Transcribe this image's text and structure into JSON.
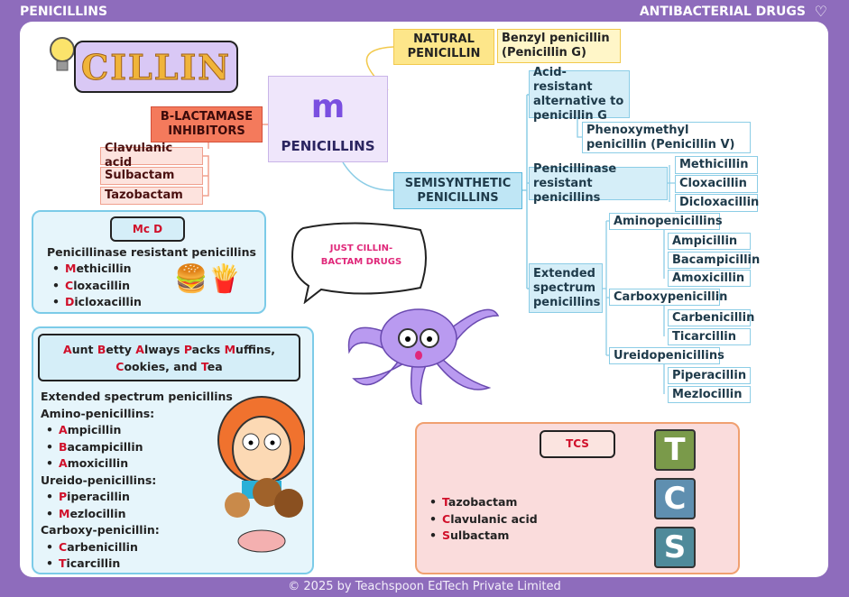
{
  "header": {
    "left": "PENICILLINS",
    "right": "ANTIBACTERIAL DRUGS"
  },
  "title": "CILLIN",
  "center": "PENICILLINS",
  "natural": {
    "label": "NATURAL PENICILLIN",
    "child": "Benzyl penicillin (Penicillin G)"
  },
  "blactamase": {
    "label": "B-LACTAMASE INHIBITORS",
    "items": [
      "Clavulanic acid",
      "Sulbactam",
      "Tazobactam"
    ]
  },
  "semisynthetic": {
    "label": "SEMISYNTHETIC PENICILLINS",
    "acid": "Acid-resistant alternative to penicillin G",
    "acid_child": "Phenoxymethyl penicillin (Penicillin V)",
    "penicillinase": "Penicillinase resistant penicillins",
    "penicillinase_items": [
      "Methicillin",
      "Cloxacillin",
      "Dicloxacillin"
    ],
    "extended": "Extended spectrum penicillins",
    "groups": [
      {
        "label": "Aminopenicillins",
        "items": [
          "Ampicillin",
          "Bacampicillin",
          "Amoxicillin"
        ]
      },
      {
        "label": "Carboxypenicillin",
        "items": [
          "Carbenicillin",
          "Ticarcillin"
        ]
      },
      {
        "label": "Ureidopenicillins",
        "items": [
          "Piperacillin",
          "Mezlocillin"
        ]
      }
    ]
  },
  "mcd": {
    "title": "Mc D",
    "subtitle": "Penicillinase resistant penicillins",
    "items": [
      [
        "M",
        "ethicillin"
      ],
      [
        "C",
        "loxacillin"
      ],
      [
        "D",
        "icloxacillin"
      ]
    ]
  },
  "aunt": {
    "title": [
      [
        "A",
        "unt "
      ],
      [
        "B",
        "etty "
      ],
      [
        "A",
        "lways "
      ],
      [
        "P",
        "acks "
      ],
      [
        "M",
        "uffins, "
      ],
      [
        "C",
        "ookies, and "
      ],
      [
        "T",
        "ea"
      ]
    ],
    "heading": "Extended spectrum penicillins",
    "sections": [
      {
        "label": "Amino-penicillins:",
        "items": [
          [
            "A",
            "mpicillin"
          ],
          [
            "B",
            "acampicillin"
          ],
          [
            "A",
            "moxicillin"
          ]
        ]
      },
      {
        "label": "Ureido-penicillins:",
        "items": [
          [
            "P",
            "iperacillin"
          ],
          [
            "M",
            "ezlocillin"
          ]
        ]
      },
      {
        "label": "Carboxy-penicillin:",
        "items": [
          [
            "C",
            "arbenicillin"
          ],
          [
            "T",
            "icarcillin"
          ]
        ]
      }
    ]
  },
  "bubble": "JUST CILLIN-BACTAM DRUGS",
  "tcs": {
    "title": "TCS",
    "items": [
      [
        "T",
        "azobactam"
      ],
      [
        "C",
        "lavulanic acid"
      ],
      [
        "S",
        "ulbactam"
      ]
    ],
    "tiles": [
      "T",
      "C",
      "S"
    ]
  },
  "footer": "© 2025 by Teachspoon EdTech Private Limited"
}
